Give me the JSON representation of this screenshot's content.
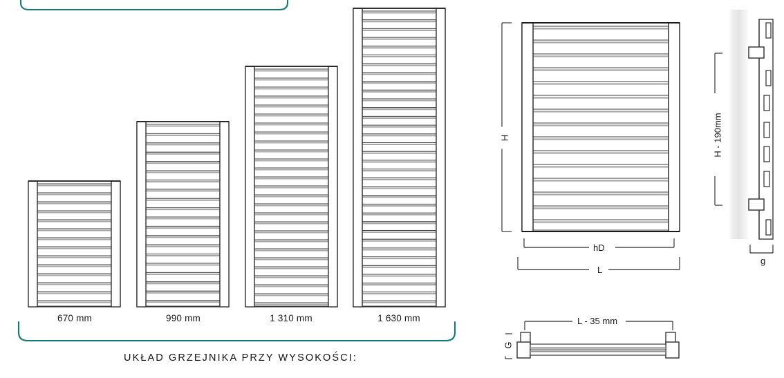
{
  "sheet": {
    "title_caption": "UKŁAD GRZEJNIKA PRZY WYSOKOŚCI:",
    "accent_color": "#157878",
    "line_color": "#2b2b2b",
    "fill_color": "#ffffff",
    "bar_shade": "#8f8f8f"
  },
  "height_series": {
    "items": [
      {
        "label": "670 mm",
        "value": 670,
        "unit": "mm",
        "bars": 13
      },
      {
        "label": "990 mm",
        "value": 990,
        "unit": "mm",
        "bars": 20
      },
      {
        "label": "1 310 mm",
        "value": 1310,
        "unit": "mm",
        "bars": 27
      },
      {
        "label": "1 630 mm",
        "value": 1630,
        "unit": "mm",
        "bars": 34
      }
    ]
  },
  "front_view": {
    "dim_height": "H",
    "dim_inner_width": "hD",
    "dim_outer_width": "L",
    "bars": 15
  },
  "side_view": {
    "dim_mount_span": "H - 190mm",
    "dim_depth": "g",
    "bracket_count": 2,
    "rung_count": 7
  },
  "top_view": {
    "dim_width": "L - 35 mm",
    "dim_depth": "G"
  }
}
